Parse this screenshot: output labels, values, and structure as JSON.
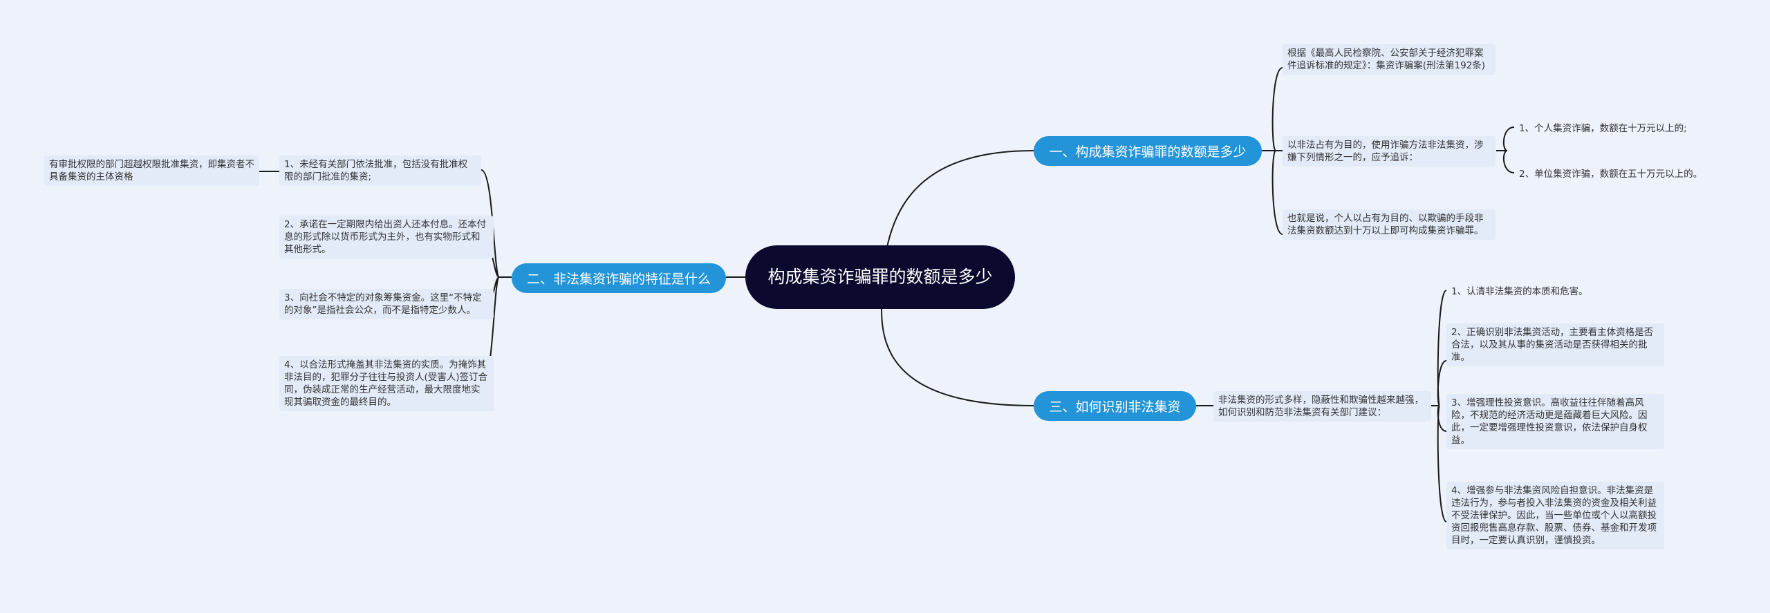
{
  "root": {
    "title": "构成集资诈骗罪的数额是多少"
  },
  "branches": [
    {
      "label": "一、构成集资诈骗罪的数额是多少",
      "children": [
        {
          "text": "根据《最高人民检察院、公安部关于经济犯罪案件追诉标准的规定》：集资诈骗案(刑法第192条)"
        },
        {
          "text": "以非法占有为目的，使用诈骗方法非法集资，涉嫌下列情形之一的，应予追诉：",
          "children": [
            {
              "text": "1、个人集资诈骗，数额在十万元以上的;"
            },
            {
              "text": "2、单位集资诈骗，数额在五十万元以上的。"
            }
          ]
        },
        {
          "text": "也就是说，个人以占有为目的、以欺骗的手段非法集资数额达到十万以上即可构成集资诈骗罪。"
        }
      ]
    },
    {
      "label": "二、非法集资诈骗的特征是什么",
      "children": [
        {
          "text": "1、未经有关部门依法批准，包括没有批准权限的部门批准的集资;",
          "children": [
            {
              "text": "有审批权限的部门超越权限批准集资，即集资者不具备集资的主体资格"
            }
          ]
        },
        {
          "text": "2、承诺在一定期限内给出资人还本付息。还本付息的形式除以货币形式为主外，也有实物形式和其他形式。"
        },
        {
          "text": "3、向社会不特定的对象筹集资金。这里“不特定的对象”是指社会公众，而不是指特定少数人。"
        },
        {
          "text": "4、以合法形式掩盖其非法集资的实质。为掩饰其非法目的，犯罪分子往往与投资人(受害人)签订合同，伪装成正常的生产经营活动，最大限度地实现其骗取资金的最终目的。"
        }
      ]
    },
    {
      "label": "三、如何识别非法集资",
      "children": [
        {
          "text": "非法集资的形式多样，隐蔽性和欺骗性越来越强，如何识别和防范非法集资有关部门建议：",
          "children": [
            {
              "text": "1、认清非法集资的本质和危害。"
            },
            {
              "text": "2、正确识别非法集资活动，主要看主体资格是否合法，以及其从事的集资活动是否获得相关的批准。"
            },
            {
              "text": "3、增强理性投资意识。高收益往往伴随着高风险，不规范的经济活动更是蕴藏着巨大风险。因此，一定要增强理性投资意识，依法保护自身权益。"
            },
            {
              "text": "4、增强参与非法集资风险自担意识。非法集资是违法行为，参与者投入非法集资的资金及相关利益不受法律保护。因此，当一些单位或个人以高额投资回报兜售高息存款、股票、债券、基金和开发项目时，一定要认真识别，谨慎投资。"
            }
          ]
        }
      ]
    }
  ]
}
